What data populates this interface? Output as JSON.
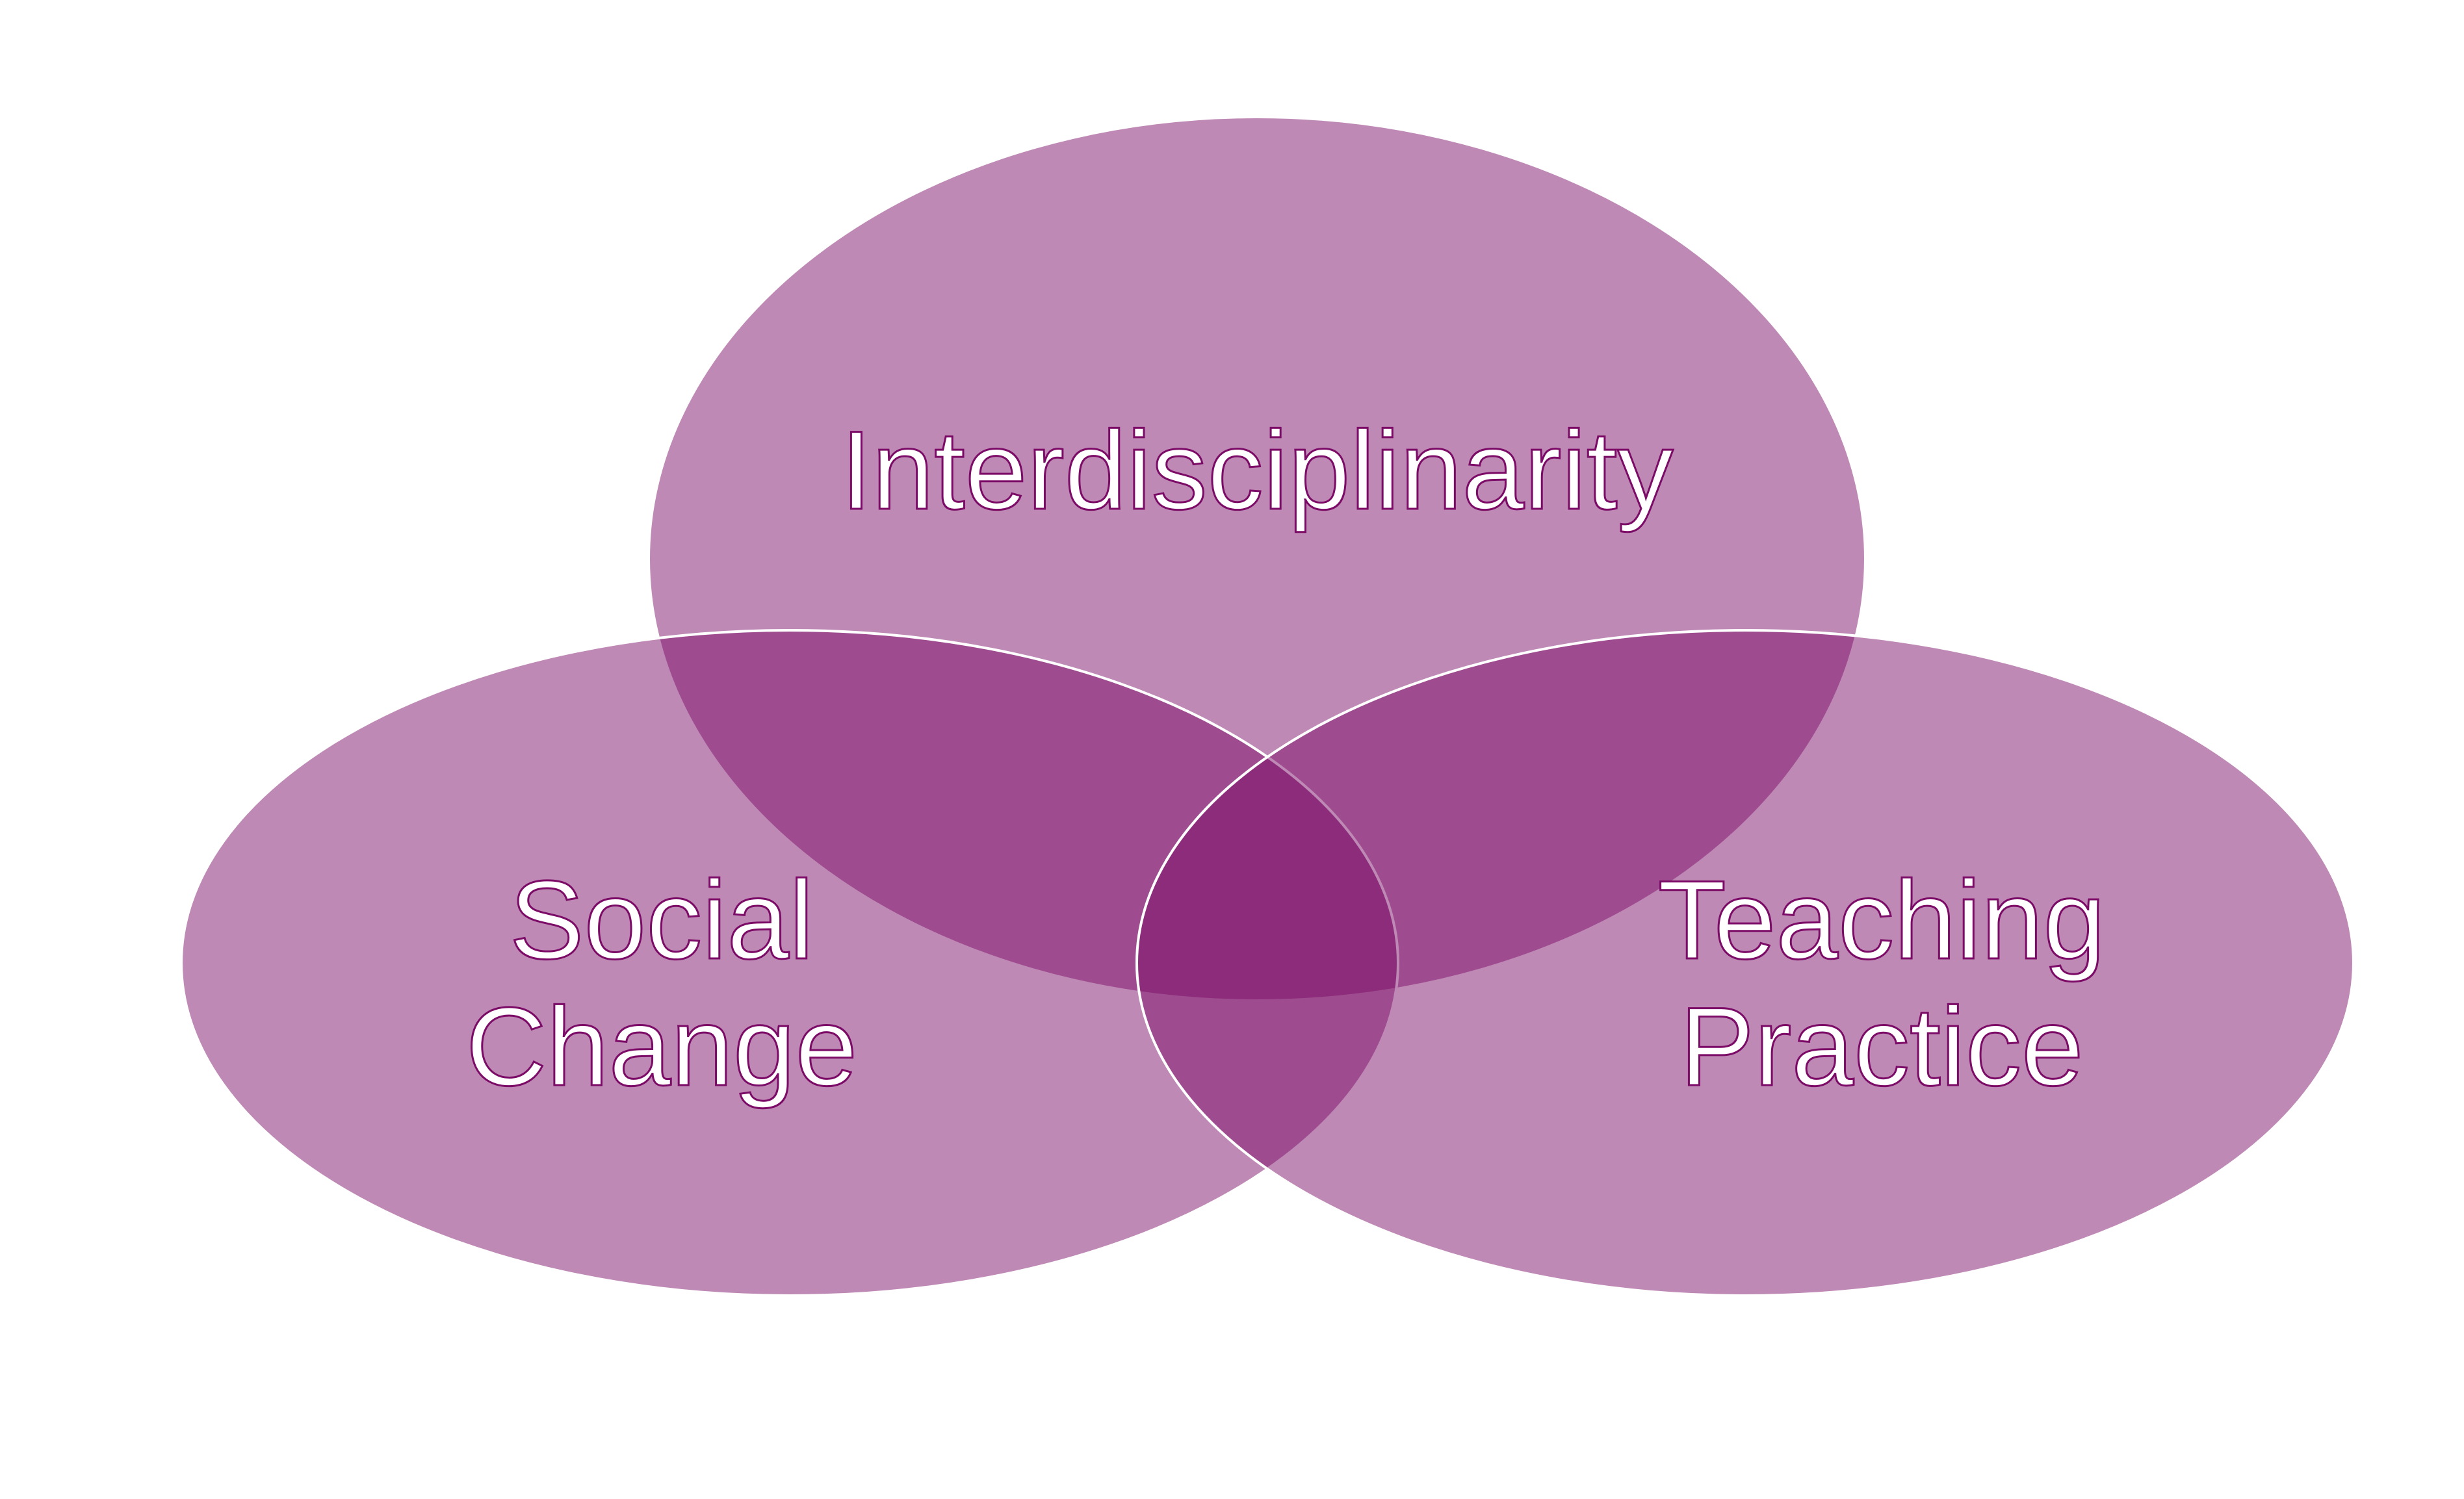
{
  "diagram": {
    "type": "venn",
    "colors": {
      "circle_fill": "#7b0b66",
      "outline": "#ffffff",
      "text_fill": "#ffffff",
      "text_stroke": "#7b0b66"
    },
    "sets": [
      {
        "id": "top",
        "label_lines": [
          "Interdisciplinarity"
        ]
      },
      {
        "id": "left",
        "label_lines": [
          "Social",
          "Change"
        ]
      },
      {
        "id": "right",
        "label_lines": [
          "Teaching",
          "Practice"
        ]
      }
    ]
  }
}
